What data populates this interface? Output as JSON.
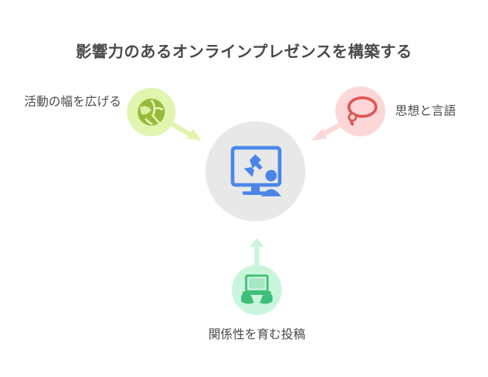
{
  "title": "影響力のあるオンラインプレゼンスを構築する",
  "nodes": {
    "left": {
      "label": "活動の幅を広げる",
      "icon": "globe-icon",
      "color": "#e2f5b0",
      "icon_color": "#96bb3a"
    },
    "right": {
      "label": "思想と言語",
      "icon": "lasso-icon",
      "color": "#fdd7d7",
      "icon_color": "#e05757"
    },
    "bottom": {
      "label": "関係性を育む投稿",
      "icon": "laptop-hands-icon",
      "color": "#c9f5dd",
      "icon_color": "#3fbf78"
    },
    "center": {
      "icon": "monitor-user-icon",
      "color": "#e8e8e8",
      "icon_color": "#4a86e8"
    }
  }
}
